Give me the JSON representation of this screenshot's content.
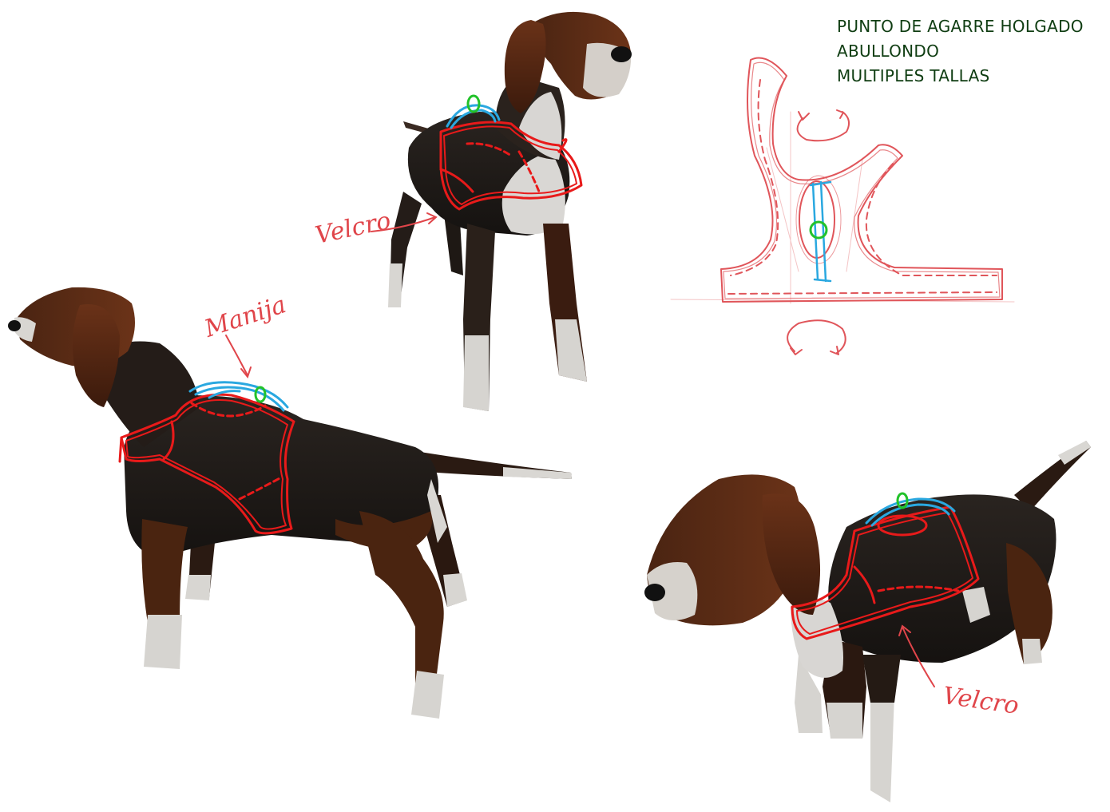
{
  "notes": [
    "PUNTO DE AGARRE HOLGADO",
    "ABULLONDO",
    "MULTIPLES TALLAS"
  ],
  "annotations": {
    "velcro_top": "Velcro",
    "manija": "Manija",
    "velcro_bottom": "Velcro"
  },
  "colors": {
    "harness": "#e81a1a",
    "handle": "#2aa8e0",
    "ring": "#22c22a",
    "sketch": "#e0555a",
    "notes_text": "#0f3d12",
    "fur_dark": "#1f1a17",
    "fur_brown": "#5a2a14",
    "fur_white": "#dcdad8"
  }
}
